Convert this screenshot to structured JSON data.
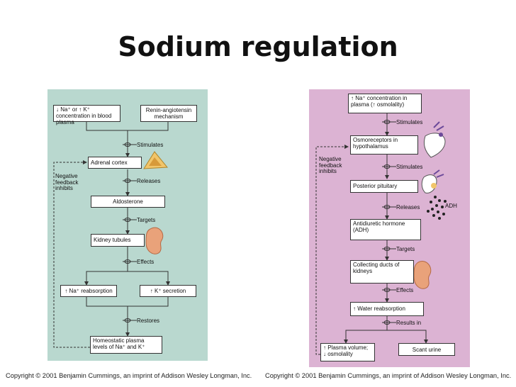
{
  "slide": {
    "title": "Sodium regulation"
  },
  "left": {
    "box_trigger_a": "↓ Na⁺ or ↑ K⁺ concentration in blood plasma",
    "box_trigger_b": "Renin-angiotensin mechanism",
    "stimulates": "Stimulates",
    "adrenal_cortex": "Adrenal cortex",
    "negative_feedback": "Negative feedback inhibits",
    "releases": "Releases",
    "aldosterone": "Aldosterone",
    "targets": "Targets",
    "kidney_tubules": "Kidney tubules",
    "effects": "Effects",
    "na_reabsorption": "↑ Na⁺ reabsorption",
    "k_secretion": "↑ K⁺ secretion",
    "restores": "Restores",
    "homeostatic": "Homeostatic plasma levels of Na⁺ and K⁺"
  },
  "right": {
    "trigger": "↑ Na⁺ concentration in plasma (↑ osmolality)",
    "stimulates_1": "Stimulates",
    "osmoreceptors": "Osmoreceptors in hypothalamus",
    "negative_feedback": "Negative feedback inhibits",
    "stimulates_2": "Stimulates",
    "posterior_pituitary": "Posterior pituitary",
    "releases": "Releases",
    "adh_label": "ADH",
    "antidiuretic": "Antidiuretic hormone (ADH)",
    "targets": "Targets",
    "collecting_ducts": "Collecting ducts of kidneys",
    "effects": "Effects",
    "water_reabsorption": "↑ Water reabsorption",
    "results_in": "Results in",
    "plasma_volume": "↑ Plasma volume; ↓ osmolality",
    "scant_urine": "Scant urine"
  },
  "copyright": {
    "left": "Copyright © 2001 Benjamin Cummings, an imprint of Addison Wesley Longman, Inc.",
    "right": "Copyright © 2001 Benjamin Cummings, an imprint of Addison Wesley Longman, Inc."
  },
  "colors": {
    "left_panel": "#b9d8cf",
    "right_panel": "#dcb3d3",
    "kidney": "#e9a27a",
    "adrenal": "#f1c56a"
  }
}
